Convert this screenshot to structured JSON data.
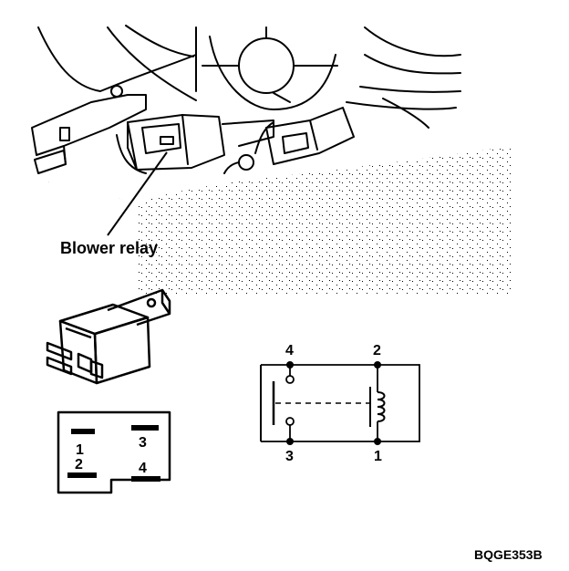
{
  "callout": {
    "label": "Blower relay"
  },
  "connector_terminals": [
    "1",
    "2",
    "3",
    "4"
  ],
  "schematic_terminals": {
    "top_left": "4",
    "top_right": "2",
    "bottom_left": "3",
    "bottom_right": "1"
  },
  "figure_code": "BQGE353B",
  "colors": {
    "ink": "#000000",
    "background": "#ffffff"
  }
}
